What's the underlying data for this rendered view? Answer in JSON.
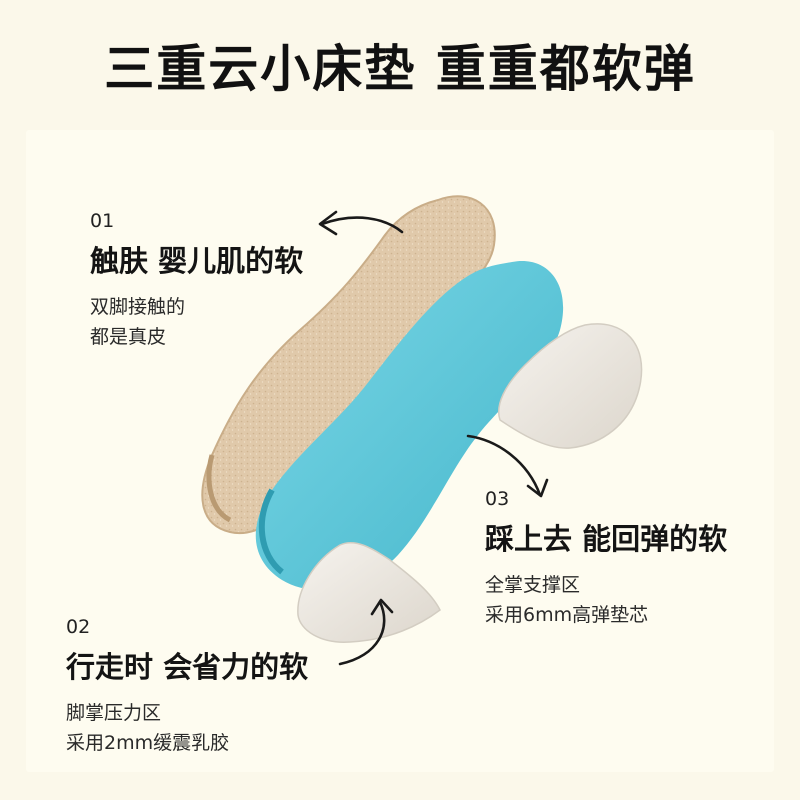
{
  "headline": "三重云小床垫 重重都软弹",
  "layers": [
    {
      "number": "01",
      "title": "触肤 婴儿肌的软",
      "desc_lines": [
        "双脚接触的",
        "都是真皮"
      ]
    },
    {
      "number": "02",
      "title": "行走时 会省力的软",
      "desc_lines": [
        "脚掌压力区",
        "采用2mm缓震乳胶"
      ]
    },
    {
      "number": "03",
      "title": "踩上去 能回弹的软",
      "desc_lines": [
        "全掌支撑区",
        "采用6mm高弹垫芯"
      ]
    }
  ],
  "colors": {
    "background": "#fbf8ea",
    "leather_layer": "#e2ccae",
    "foam_layer": "#5fc8d9",
    "latex_pad": "#ece7df",
    "text": "#141414"
  }
}
